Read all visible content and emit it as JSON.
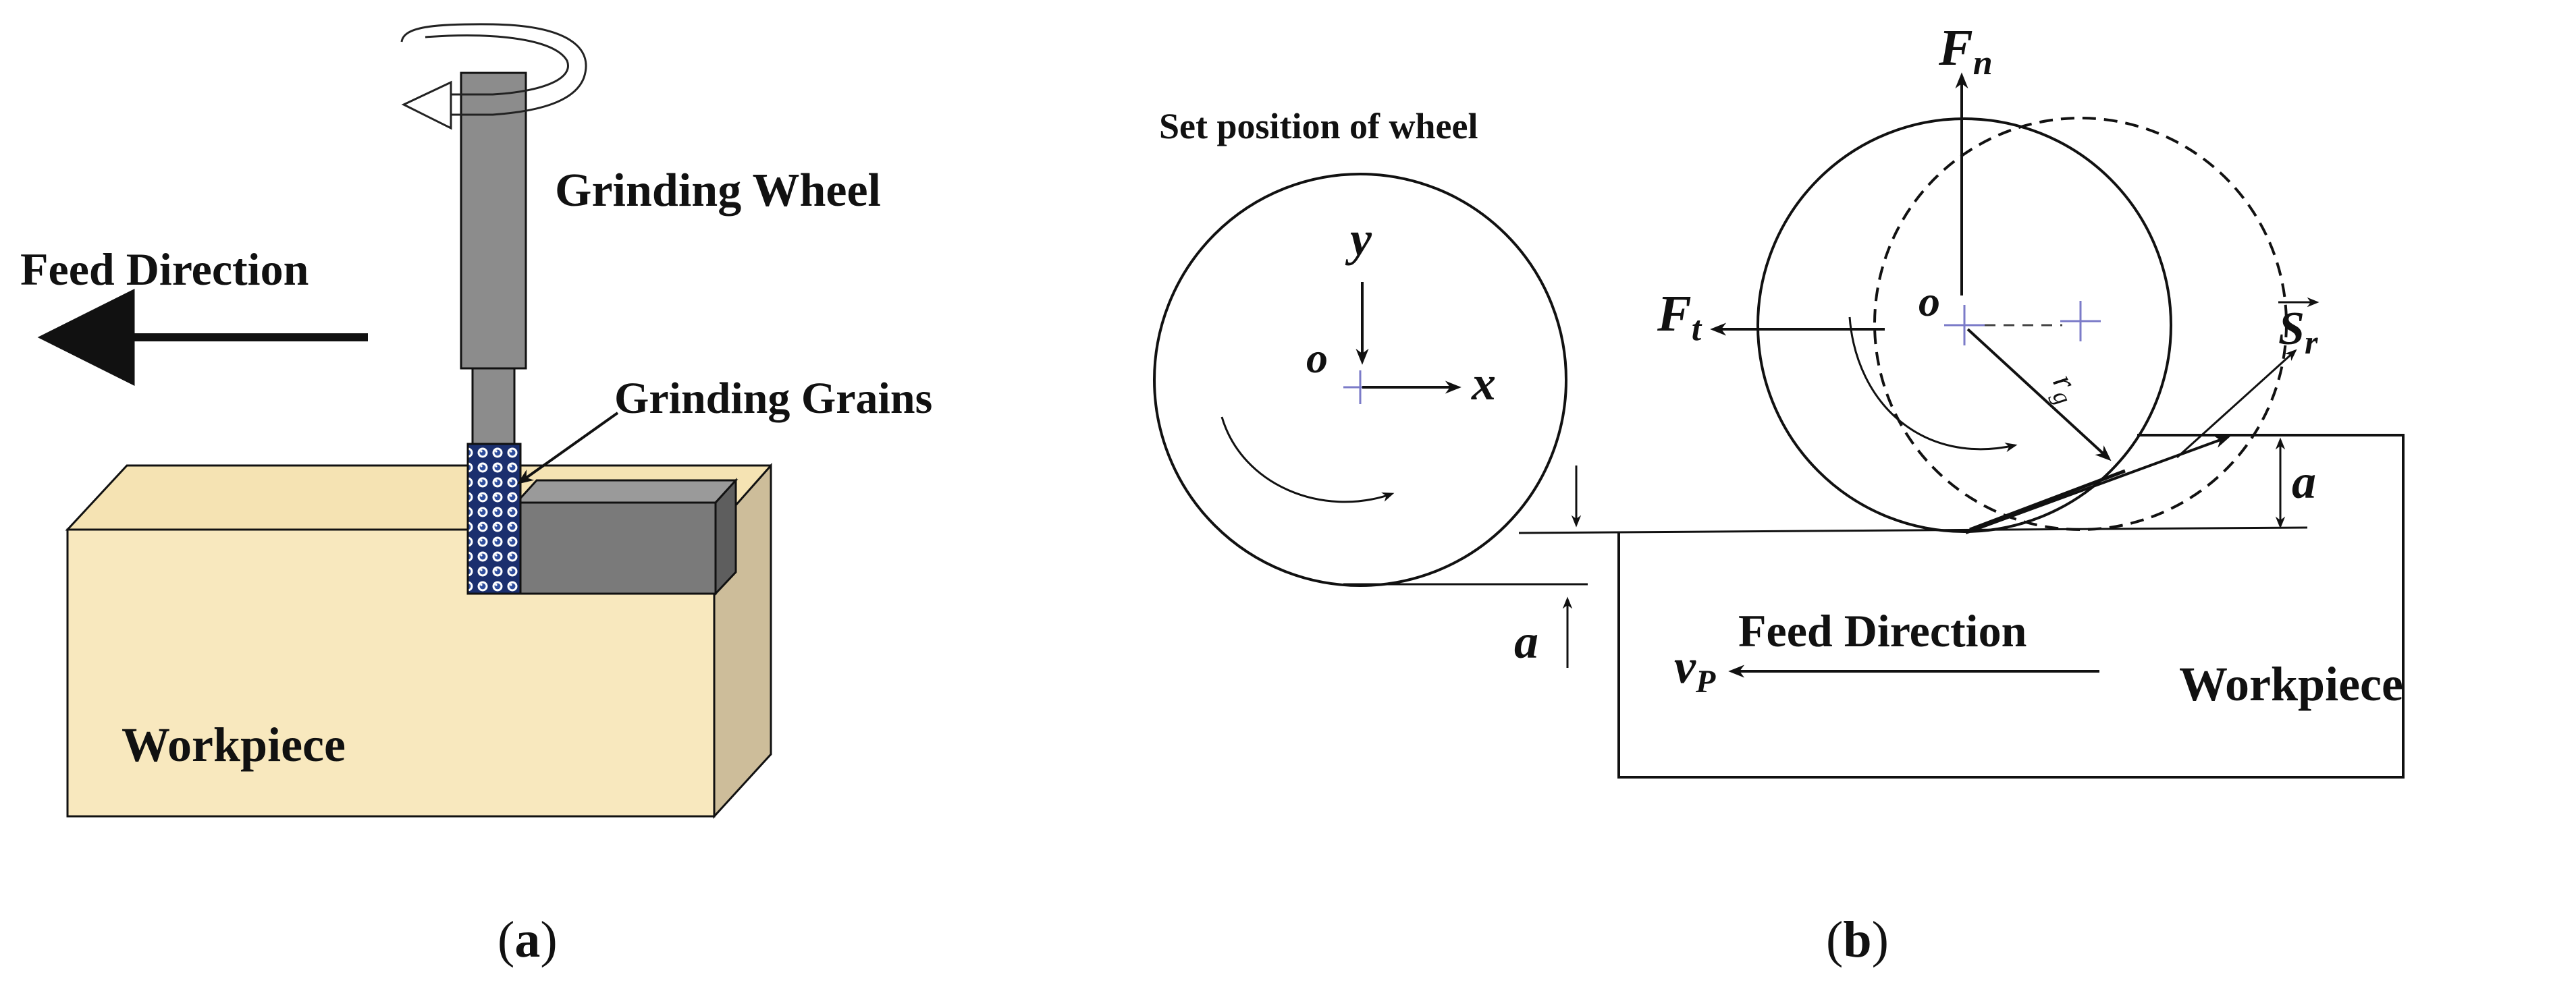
{
  "panel_a": {
    "feed_direction": "Feed Direction",
    "grinding_wheel": "Grinding Wheel",
    "grinding_grains": "Grinding Grains",
    "workpiece": "Workpiece",
    "caption_open": "(",
    "caption_letter": "a",
    "caption_close": ")"
  },
  "panel_b": {
    "set_position": "Set position of wheel",
    "y_axis": "y",
    "x_axis": "x",
    "origin_left": "o",
    "origin_right": "o",
    "depth_left": "a",
    "depth_right": "a",
    "fn_base": "F",
    "fn_sub": "n",
    "ft_base": "F",
    "ft_sub": "t",
    "sr_base": "S",
    "sr_sub": "r",
    "radius": "r",
    "radius_sub": "g",
    "vp_base": "v",
    "vp_sub": "P",
    "feed_direction": "Feed Direction",
    "workpiece": "Workpiece",
    "caption_open": "(",
    "caption_letter": "b",
    "caption_close": ")"
  },
  "colors": {
    "workpiece_front": "#F8E8BE",
    "workpiece_side": "#CDBD9A",
    "tool_gray": "#8C8C8C",
    "tool_dark": "#7A7A7A",
    "grain_blue": "#1B2F6E",
    "cross_mark": "#7B7BC8"
  }
}
